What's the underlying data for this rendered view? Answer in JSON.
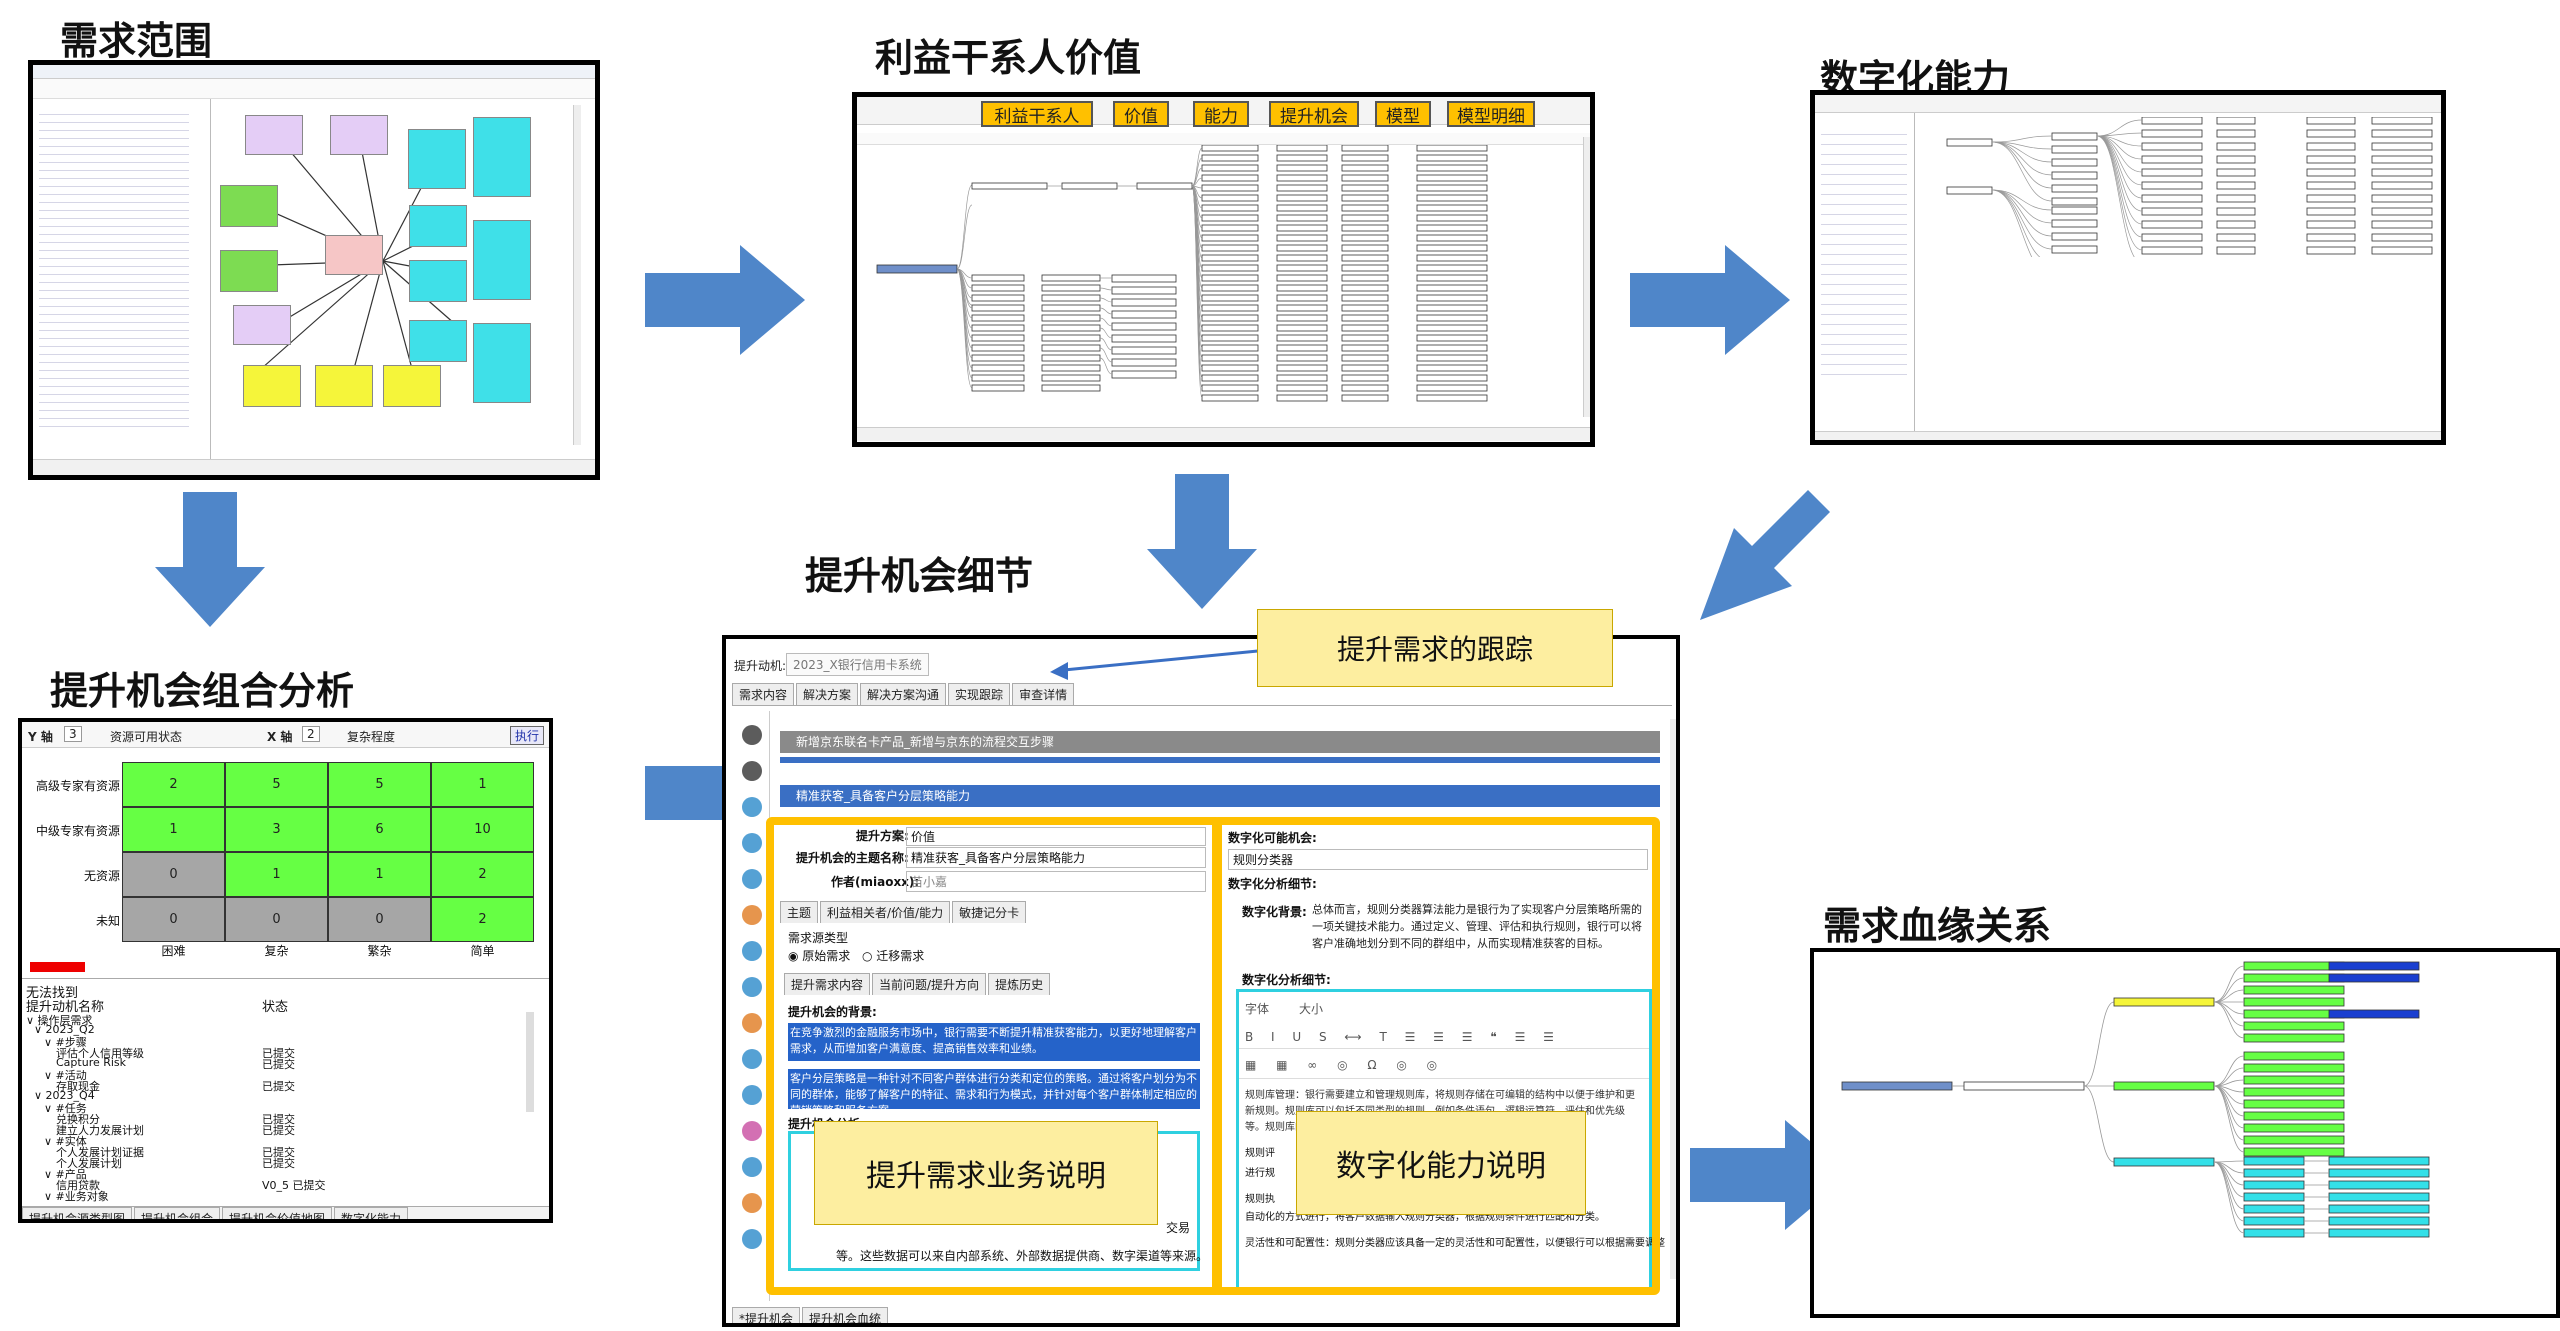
{
  "panels": {
    "scope": {
      "title": "需求范围"
    },
    "stakeholder": {
      "title": "利益干系人价值",
      "headers": [
        "利益干系人",
        "价值",
        "能力",
        "提升机会",
        "模型",
        "模型明细"
      ]
    },
    "digital": {
      "title": "数字化能力"
    },
    "portfolio": {
      "title": "提升机会组合分析",
      "y_label": "Y 轴",
      "y_sel": "3",
      "y_field": "资源可用状态",
      "x_label": "X 轴",
      "x_sel": "2",
      "x_field": "复杂程度",
      "run_label": "执行",
      "row_labels": [
        "高级专家有资源",
        "中级专家有资源",
        "无资源",
        "未知"
      ],
      "col_labels": [
        "困难",
        "复杂",
        "繁杂",
        "简单"
      ],
      "grid": [
        [
          "2",
          "5",
          "5",
          "1"
        ],
        [
          "1",
          "3",
          "6",
          "10"
        ],
        [
          "0",
          "1",
          "1",
          "2"
        ],
        [
          "0",
          "0",
          "0",
          "2"
        ]
      ],
      "list_title": "无法找到",
      "col_name": "提升动机名称",
      "col_state": "状态",
      "rows": [
        {
          "t": "操作层需求",
          "s": ""
        },
        {
          "t": "2023_Q2",
          "s": ""
        },
        {
          "t": "#步骤",
          "s": ""
        },
        {
          "t": "评估个人信用等级",
          "s": "已提交"
        },
        {
          "t": "Capture Risk",
          "s": "已提交"
        },
        {
          "t": "#活动",
          "s": ""
        },
        {
          "t": "存取现金",
          "s": "已提交"
        },
        {
          "t": "2023_Q4",
          "s": ""
        },
        {
          "t": "#任务",
          "s": ""
        },
        {
          "t": "兑换积分",
          "s": "已提交"
        },
        {
          "t": "建立人力发展计划",
          "s": "已提交"
        },
        {
          "t": "#实体",
          "s": ""
        },
        {
          "t": "个人发展计划证据",
          "s": "已提交"
        },
        {
          "t": "个人发展计划",
          "s": "已提交"
        },
        {
          "t": "#产品",
          "s": ""
        },
        {
          "t": "信用贷款",
          "s": "V0_5 已提交"
        },
        {
          "t": "#业务对象",
          "s": ""
        }
      ],
      "tabs": [
        "提升机会源类型图",
        "提升机会组合",
        "提升机会价值地图",
        "数字化能力"
      ]
    },
    "detail": {
      "title": "提升机会细节",
      "motive_label": "提升动机:",
      "motive_value": "2023_X银行信用卡系统",
      "tabs": [
        "需求内容",
        "解决方案",
        "解决方案沟通",
        "实现跟踪",
        "审查详情"
      ],
      "bar1": "新增京东联名卡产品_新增与京东的流程交互步骤",
      "bar2": "精准获客_具备客户分层策略能力",
      "field_value_label": "价值",
      "topic_label": "提升机会的主题名称:",
      "topic_value": "精准获客_具备客户分层策略能力",
      "author_label": "作者(miaoxx):",
      "author_value": "苗小嘉",
      "subtabs": [
        "主题",
        "利益相关者/价值/能力",
        "敏捷记分卡"
      ],
      "source_label": "需求源类型",
      "radio1": "原始需求",
      "radio2": "迁移需求",
      "subtabs2": [
        "提升需求内容",
        "当前问题/提升方向",
        "提炼历史"
      ],
      "bg_label": "提升机会的背景:",
      "bg_p1": "在竞争激烈的金融服务市场中，银行需要不断提升精准获客能力，以更好地理解客户需求，从而增加客户满意度、提高销售效率和业绩。",
      "bg_p2": "客户分层策略是一种针对不同客户群体进行分类和定位的策略。通过将客户划分为不同的群体，能够了解客户的特征、需求和行为模式，并针对每个客户群体制定相应的营销策略和服务方案。",
      "analysis_label": "提升机会分析:",
      "tail_text": "等。这些数据可以来自内部系统、外部数据提供商、数字渠道等来源。",
      "tail_right": "交易",
      "dc_label": "数字化可能机会:",
      "dc_value": "规则分类器",
      "dc_detail_label": "数字化分析细节:",
      "dc_bg_label": "数字化背景:",
      "dc_bg_text": "总体而言，规则分类器算法能力是银行为了实现客户分层策略所需的一项关键技术能力。通过定义、管理、评估和执行规则，银行可以将客户准确地划分到不同的群组中，从而实现精准获客的目标。",
      "dc_detail2_label": "数字化分析细节:",
      "editor_font": "字体",
      "editor_size": "大小",
      "dc_p1": "规则库管理：银行需要建立和管理规则库，将规则存储在可编辑的结构中以便于维护和更新规则。规则库可以包括不同类型的规则，例如条件语句、逻辑运算符、评估和优先级等。规则库的管理应该支持规则的添加、",
      "dc_p2": "规则评",
      "dc_p3": "进行规",
      "dc_p4": "规则执",
      "dc_p5": "自动化的方式进行，将客户数据输入规则分类器，根据规则条件进行匹配和分类。",
      "dc_p6": "灵活性和可配置性：规则分类器应该具备一定的灵活性和可配置性，以便银行可以根据需要调整",
      "bottom_tabs": [
        "*提升机会",
        "提升机会血统"
      ],
      "callout_track": "提升需求的跟踪",
      "callout_biz": "提升需求业务说明",
      "callout_dc": "数字化能力说明"
    },
    "lineage": {
      "title": "需求血缘关系"
    }
  },
  "colors": {
    "arrow": "#4f86c9",
    "orange": "#ffc000",
    "green": "#66ff44",
    "gray": "#a6a6a6",
    "cyan": "#33e0e8"
  }
}
